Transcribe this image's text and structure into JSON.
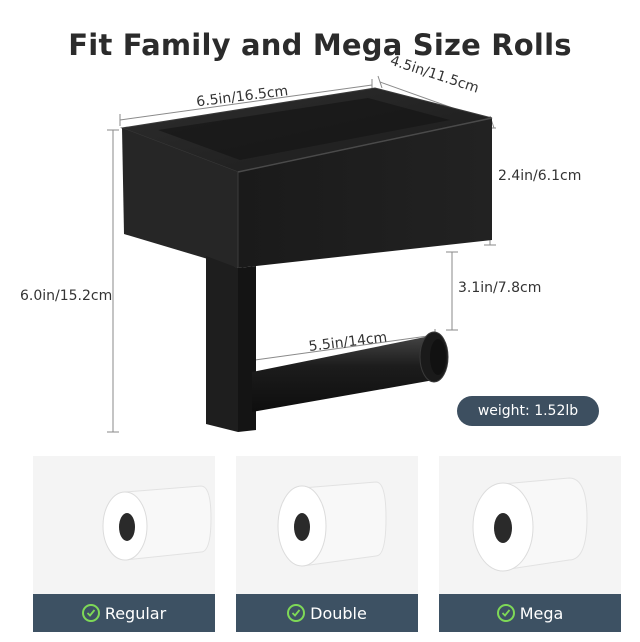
{
  "title": "Fit Family and Mega Size Rolls",
  "dimensions": {
    "width": "6.5in/16.5cm",
    "depth": "4.5in/11.5cm",
    "shelf_height": "2.4in/6.1cm",
    "total_height": "6.0in/15.2cm",
    "gap_height": "3.1in/7.8cm",
    "rod_length": "5.5in/14cm"
  },
  "weight_label": "weight: 1.52lb",
  "roll_sizes": [
    {
      "label": "Regular"
    },
    {
      "label": "Double"
    },
    {
      "label": "Mega"
    }
  ],
  "colors": {
    "title": "#2b2b2b",
    "badge": "#3d4f60",
    "card_footer": "#3d5163",
    "check": "#7ed957",
    "product": "#1c1c1c"
  },
  "icons": [
    "check-circle-icon"
  ]
}
